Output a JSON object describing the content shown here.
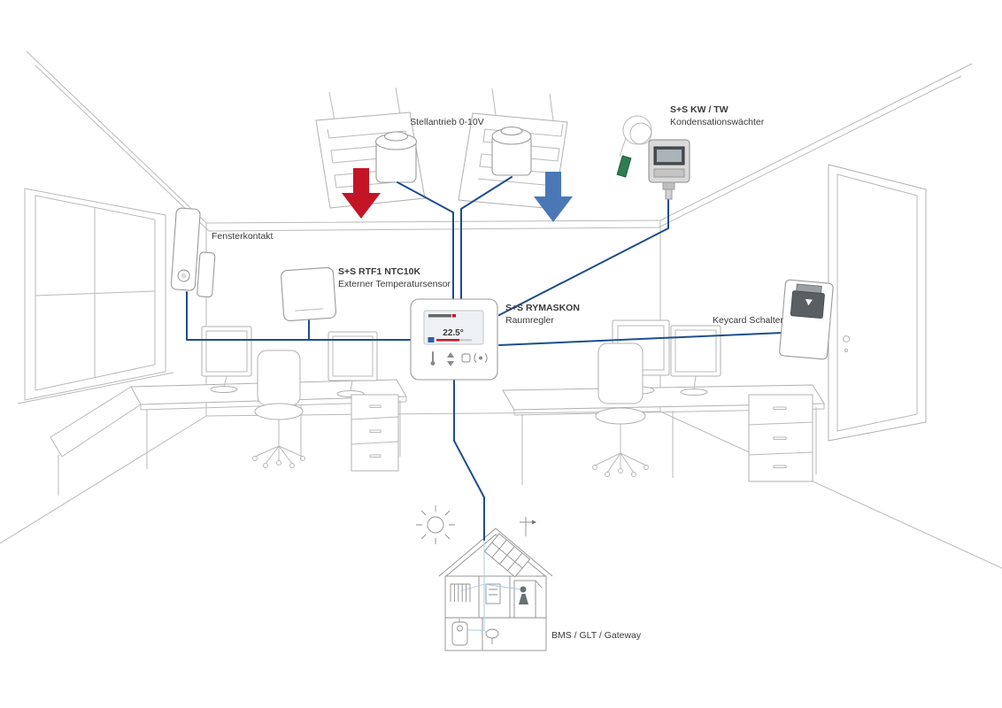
{
  "labels": {
    "actuator": "Stellantrieb 0-10V",
    "kw_tw": {
      "title": "S+S KW / TW",
      "subtitle": "Kondensationswächter"
    },
    "window_contact": "Fensterkontakt",
    "rtf1": {
      "title": "S+S RTF1 NTC10K",
      "subtitle": "Externer Temperatursensor"
    },
    "rymaskon": {
      "title": "S+S RYMASKON",
      "subtitle": "Raumregler"
    },
    "keycard": "Keycard Schalter",
    "bms": "BMS / GLT / Gateway"
  },
  "controller_display": {
    "temperature": "22.5°"
  },
  "colors": {
    "connection_blue": "#1d4d8e",
    "arrow_red": "#c41527",
    "arrow_blue": "#4a78b6",
    "sketch_gray": "#b9b9b9",
    "device_outline_gray": "#9a9a9a",
    "connector_green": "#2e7d4f",
    "bus_light_blue": "#a9c7e4",
    "text": "#3a3a3a"
  },
  "icons": {
    "red_flow_arrow": "▼",
    "blue_flow_arrow": "▼",
    "sun": "☀",
    "bms_house": "⌂"
  }
}
